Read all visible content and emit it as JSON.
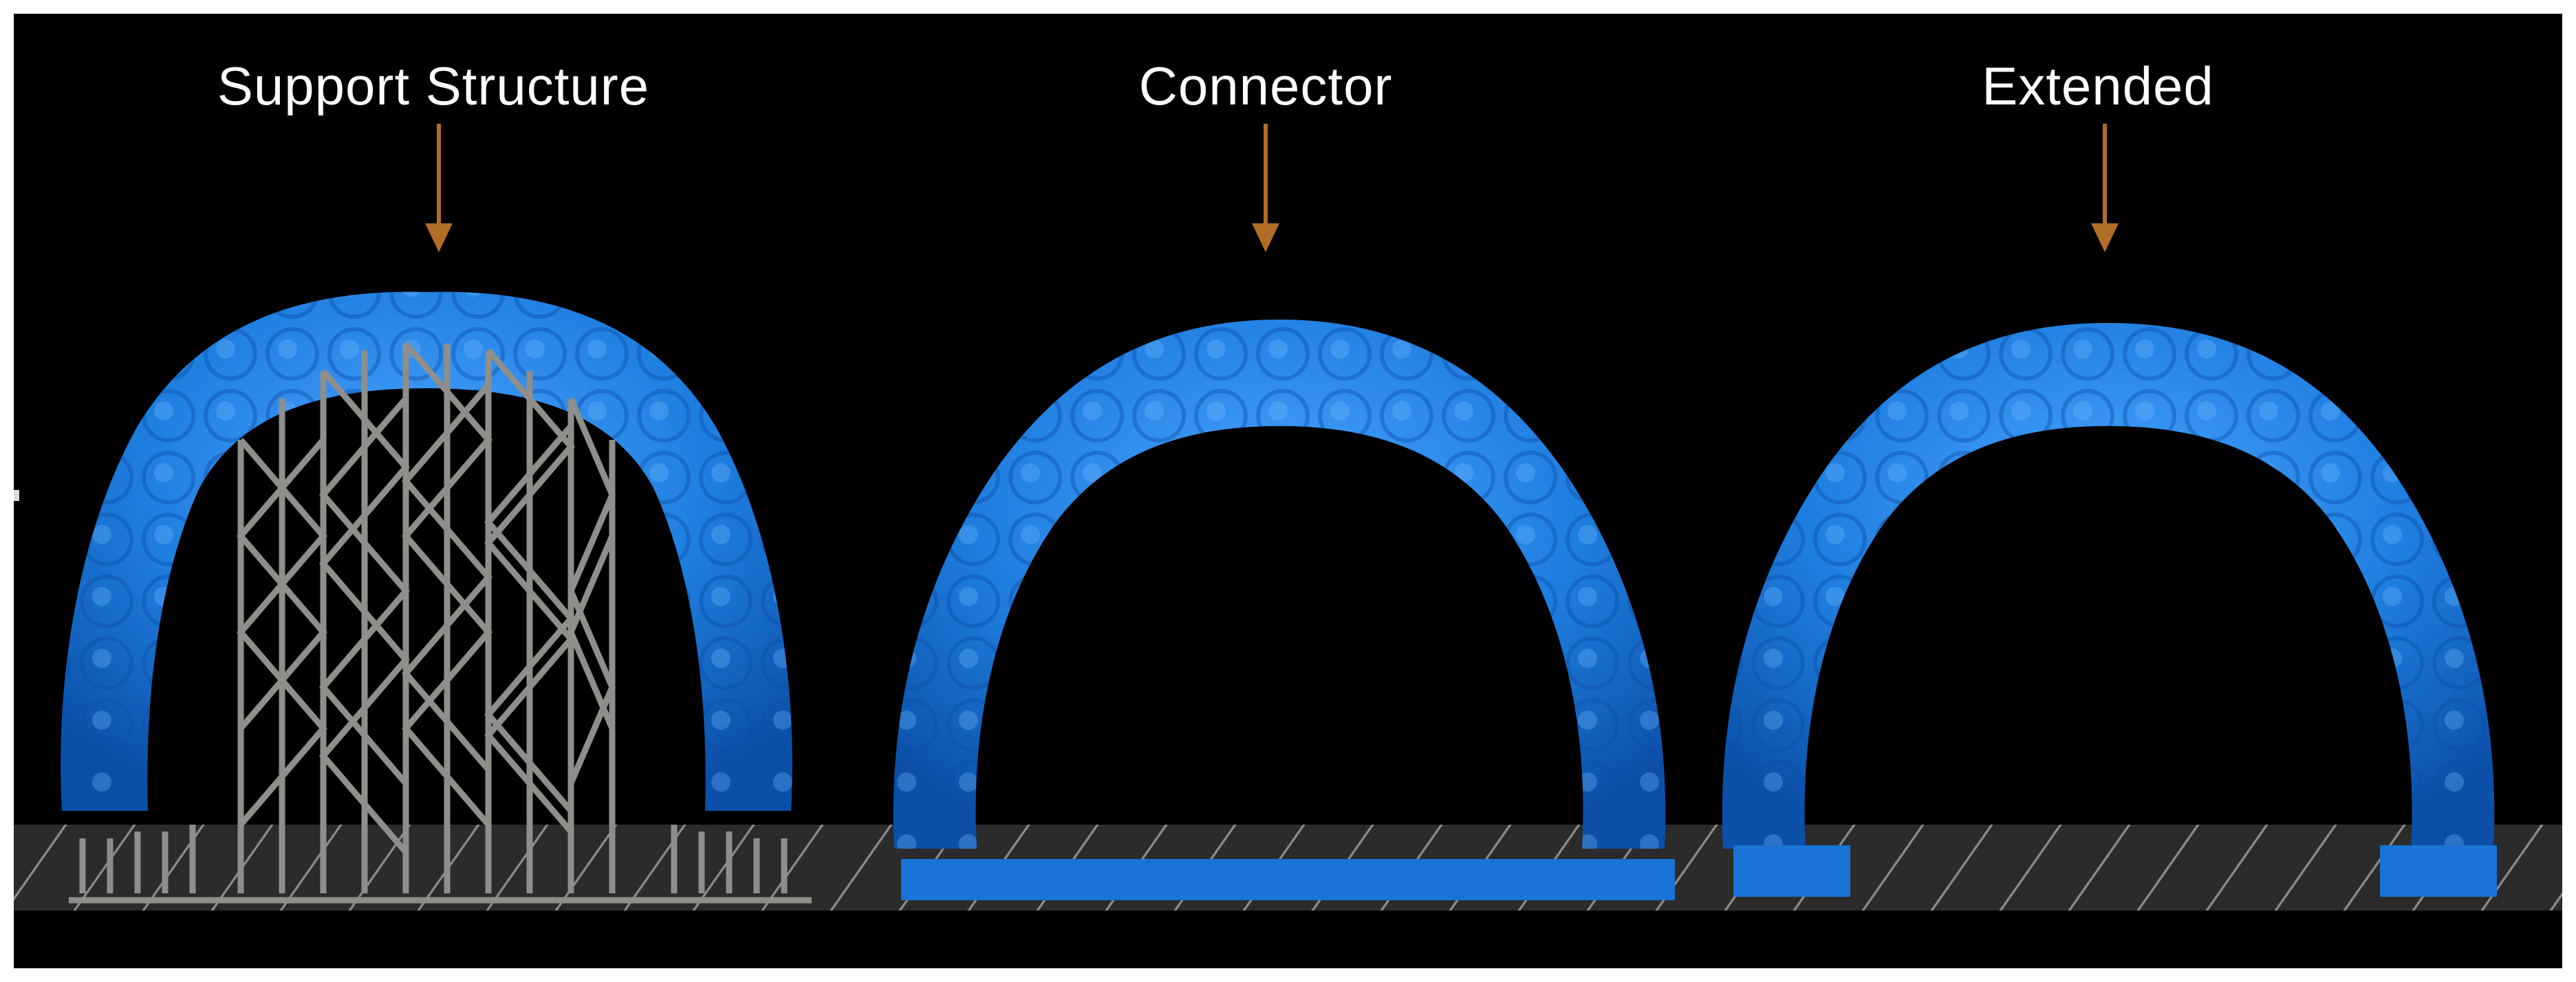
{
  "panels": [
    {
      "label": "Support Structure"
    },
    {
      "label": "Connector"
    },
    {
      "label": "Extended"
    }
  ],
  "colors": {
    "background": "#000000",
    "arrow": "#b26d26",
    "model_blue": "#1f7fe0",
    "model_highlight": "#4aa3ff",
    "model_shadow": "#0b4fa8",
    "support_gray": "#8e8e8a",
    "platform": "#2b2b2b",
    "platform_stripe": "#8a8a8a",
    "label_text": "#ffffff"
  }
}
